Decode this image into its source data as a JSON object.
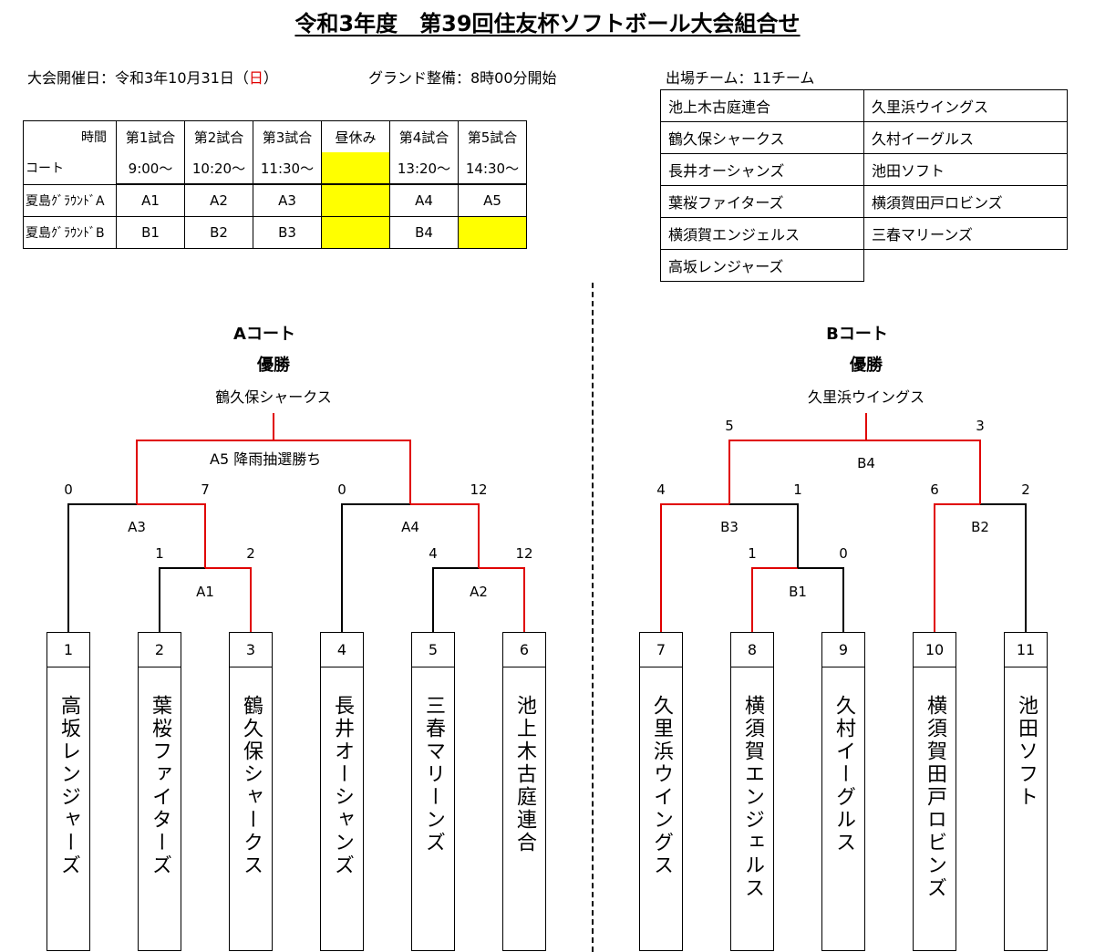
{
  "title": "令和3年度　第39回住友杯ソフトボール大会組合せ",
  "info": {
    "date_prefix": "大会開催日：令和3年10月31日（",
    "date_day": "日",
    "date_suffix": "）",
    "ground": "グランド整備：8時00分開始",
    "teams_label": "出場チーム：11チーム"
  },
  "schedule": {
    "header_time": "時間",
    "header_court": "コート",
    "columns": [
      "第1試合",
      "第2試合",
      "第3試合",
      "昼休み",
      "第4試合",
      "第5試合"
    ],
    "times": [
      "9:00～",
      "10:20～",
      "11:30～",
      "",
      "13:20～",
      "14:30～"
    ],
    "rows": [
      {
        "court": "夏島ｸﾞﾗｳﾝﾄﾞA",
        "games": [
          "A1",
          "A2",
          "A3",
          "",
          "A4",
          "A5"
        ]
      },
      {
        "court": "夏島ｸﾞﾗｳﾝﾄﾞB",
        "games": [
          "B1",
          "B2",
          "B3",
          "",
          "B4",
          ""
        ]
      }
    ],
    "highlight_color": "#ffff00"
  },
  "teams_list": [
    [
      "池上木古庭連合",
      "久里浜ウイングス"
    ],
    [
      "鶴久保シャークス",
      "久村イーグルス"
    ],
    [
      "長井オーシャンズ",
      "池田ソフト"
    ],
    [
      "葉桜ファイターズ",
      "横須賀田戸ロビンズ"
    ],
    [
      "横須賀エンジェルス",
      "三春マリーンズ"
    ],
    [
      "高坂レンジャーズ",
      ""
    ]
  ],
  "court_a": {
    "title": "Aコート",
    "winner_label": "優勝",
    "winner": "鶴久保シャークス",
    "note": "A5 降雨抽選勝ち",
    "games": {
      "A1": {
        "label": "A1",
        "left": "1",
        "right": "2"
      },
      "A2": {
        "label": "A2",
        "left": "4",
        "right": "12"
      },
      "A3": {
        "label": "A3",
        "left": "0",
        "right": "7"
      },
      "A4": {
        "label": "A4",
        "left": "0",
        "right": "12"
      }
    },
    "slots": [
      {
        "num": "1",
        "name": "高坂レンジャーズ"
      },
      {
        "num": "2",
        "name": "葉桜ファイターズ"
      },
      {
        "num": "3",
        "name": "鶴久保シャークス"
      },
      {
        "num": "4",
        "name": "長井オーシャンズ"
      },
      {
        "num": "5",
        "name": "三春マリーンズ"
      },
      {
        "num": "6",
        "name": "池上木古庭連合"
      }
    ]
  },
  "court_b": {
    "title": "Bコート",
    "winner_label": "優勝",
    "winner": "久里浜ウイングス",
    "games": {
      "B1": {
        "label": "B1",
        "left": "1",
        "right": "0"
      },
      "B2": {
        "label": "B2",
        "left": "6",
        "right": "2"
      },
      "B3": {
        "label": "B3",
        "left": "4",
        "right": "1"
      },
      "B4": {
        "label": "B4",
        "left": "5",
        "right": "3"
      }
    },
    "slots": [
      {
        "num": "7",
        "name": "久里浜ウイングス"
      },
      {
        "num": "8",
        "name": "横須賀エンジェルス"
      },
      {
        "num": "9",
        "name": "久村イーグルス"
      },
      {
        "num": "10",
        "name": "横須賀田戸ロビンズ"
      },
      {
        "num": "11",
        "name": "池田ソフト"
      }
    ]
  },
  "colors": {
    "winner_line": "#e00000",
    "loser_line": "#000000"
  }
}
